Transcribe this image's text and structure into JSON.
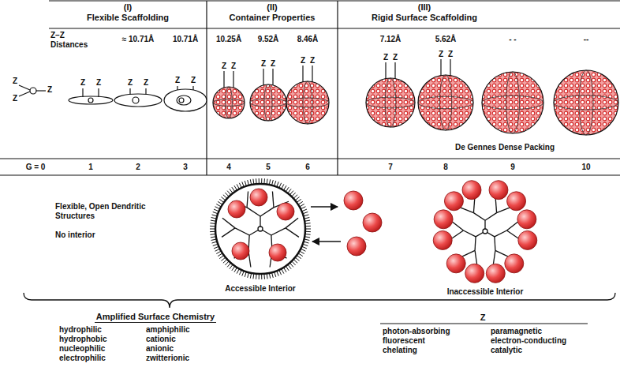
{
  "diagram": {
    "nodes": [
      {
        "text": [
          "(I)",
          "Flexible Scaffolding"
        ]
      },
      {
        "text": [
          "(II)",
          "Container Properties"
        ]
      },
      {
        "text": [
          "(III)",
          "Rigid Surface Scaffolding"
        ]
      }
    ],
    "labels": [
      "Z–Z Distances",
      "≈ 10.71Å",
      "10.71Å",
      "10.25Å",
      "9.52Å",
      "8.46Å",
      "7.12Å",
      "5.62Å",
      "- -",
      "--",
      "G = 0",
      "1",
      "2",
      "3",
      "4",
      "5",
      "6",
      "7",
      "8",
      "9",
      "10",
      "De Gennes Dense Packing",
      "Flexible, Open Dendritic Structures",
      "No interior",
      "Accessible Interior",
      "Inaccessible Interior",
      "Amplified Surface Chemistry",
      "hydrophilic",
      "hydrophobic",
      "nucleophilic",
      "electrophilic",
      "amphiphilic",
      "cationic",
      "anionic",
      "zwitterionic",
      "Z",
      "photon-absorbing",
      "fluorescent",
      "chelating",
      "paramagnetic",
      "electron-conducting",
      "catalytic",
      "Z",
      "Z",
      "Z",
      "Z",
      "Z",
      "Z",
      "Z",
      "Z",
      "Z",
      "Z",
      "Z",
      "Z",
      "Z",
      "Z",
      "Z",
      "Z",
      "Z",
      "Z",
      "Z"
    ]
  }
}
